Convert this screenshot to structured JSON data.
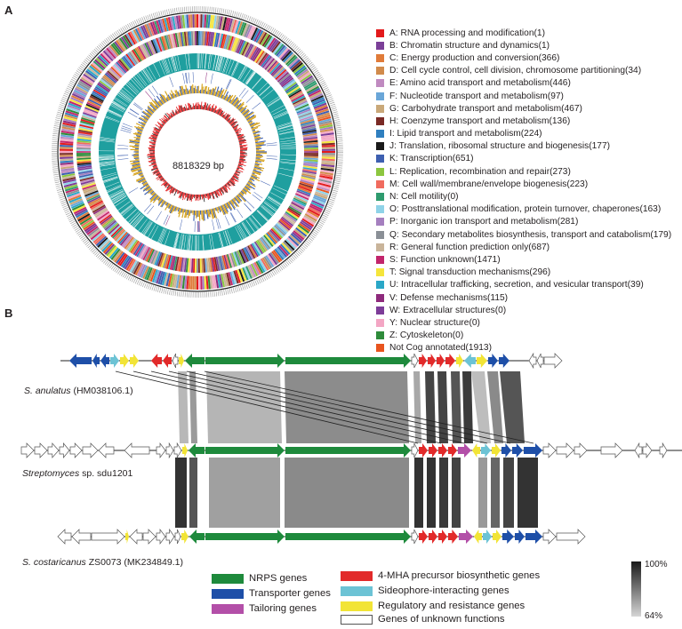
{
  "panel_a": {
    "label": "A",
    "genome_size": "8818329 bp",
    "cog_legend": [
      {
        "text": "A: RNA processing and modification(1)",
        "color": "#e31a1c"
      },
      {
        "text": "B: Chromatin structure and dynamics(1)",
        "color": "#7b3f98"
      },
      {
        "text": "C: Energy production and conversion(366)",
        "color": "#e07b39"
      },
      {
        "text": "D: Cell cycle control, cell division, chromosome partitioning(34)",
        "color": "#d18b4c"
      },
      {
        "text": "E: Amino acid transport and metabolism(446)",
        "color": "#c08ac0"
      },
      {
        "text": "F: Nucleotide transport and metabolism(97)",
        "color": "#6aa6d8"
      },
      {
        "text": "G: Carbohydrate transport and metabolism(467)",
        "color": "#c9a879"
      },
      {
        "text": "H: Coenzyme transport and metabolism(136)",
        "color": "#7a2a25"
      },
      {
        "text": "I: Lipid transport and metabolism(224)",
        "color": "#2f7fbf"
      },
      {
        "text": "J: Translation, ribosomal structure and biogenesis(177)",
        "color": "#1a1a1a"
      },
      {
        "text": "K: Transcription(651)",
        "color": "#3d5fb0"
      },
      {
        "text": "L: Replication, recombination and repair(273)",
        "color": "#8cc63f"
      },
      {
        "text": "M: Cell wall/membrane/envelope biogenesis(223)",
        "color": "#f06b5e"
      },
      {
        "text": "N: Cell motility(0)",
        "color": "#2e9b6e"
      },
      {
        "text": "O: Posttranslational modification, protein turnover, chaperones(163)",
        "color": "#8fd3e8"
      },
      {
        "text": "P: Inorganic ion transport and metabolism(281)",
        "color": "#a57fbf"
      },
      {
        "text": "Q: Secondary metabolites biosynthesis, transport and catabolism(179)",
        "color": "#8a8f96"
      },
      {
        "text": "R: General function prediction only(687)",
        "color": "#c9b49a"
      },
      {
        "text": "S: Function unknown(1471)",
        "color": "#c2256b"
      },
      {
        "text": "T: Signal transduction mechanisms(296)",
        "color": "#f5e53b"
      },
      {
        "text": "U: Intracellular trafficking, secretion, and vesicular transport(39)",
        "color": "#2aa7c7"
      },
      {
        "text": "V: Defense mechanisms(115)",
        "color": "#8e2a7c"
      },
      {
        "text": "W: Extracellular structures(0)",
        "color": "#7d3c98"
      },
      {
        "text": "Y: Nuclear structure(0)",
        "color": "#f3a6c4"
      },
      {
        "text": "Z: Cytoskeleton(0)",
        "color": "#2e8b3a"
      },
      {
        "text": "Not Cog annotated(1913)",
        "color": "#e8541e"
      }
    ]
  },
  "panel_b": {
    "label": "B",
    "strain_1": {
      "italic": "S. anulatus",
      "rest": " (HM038106.1)"
    },
    "strain_2": {
      "italic": "Streptomyces",
      "rest": " sp. sdu1201"
    },
    "strain_3": {
      "italic": "S. costaricanus",
      "rest": " ZS0073 (MK234849.1)"
    },
    "legend": [
      {
        "text": "NRPS genes",
        "color": "#1e8a3c"
      },
      {
        "text": "Transporter genes",
        "color": "#1e4fa8"
      },
      {
        "text": "Tailoring genes",
        "color": "#b34fa8"
      },
      {
        "text": "4-MHA precursor biosynthetic genes",
        "color": "#e22a2a"
      },
      {
        "text": "Sideophore-interacting genes",
        "color": "#6cc3d5"
      },
      {
        "text": "Regulatory and resistance genes",
        "color": "#f2e436"
      },
      {
        "text": "Genes of unknown functions",
        "color": "#ffffff"
      }
    ],
    "scale_max": "100%",
    "scale_min": "64%"
  }
}
